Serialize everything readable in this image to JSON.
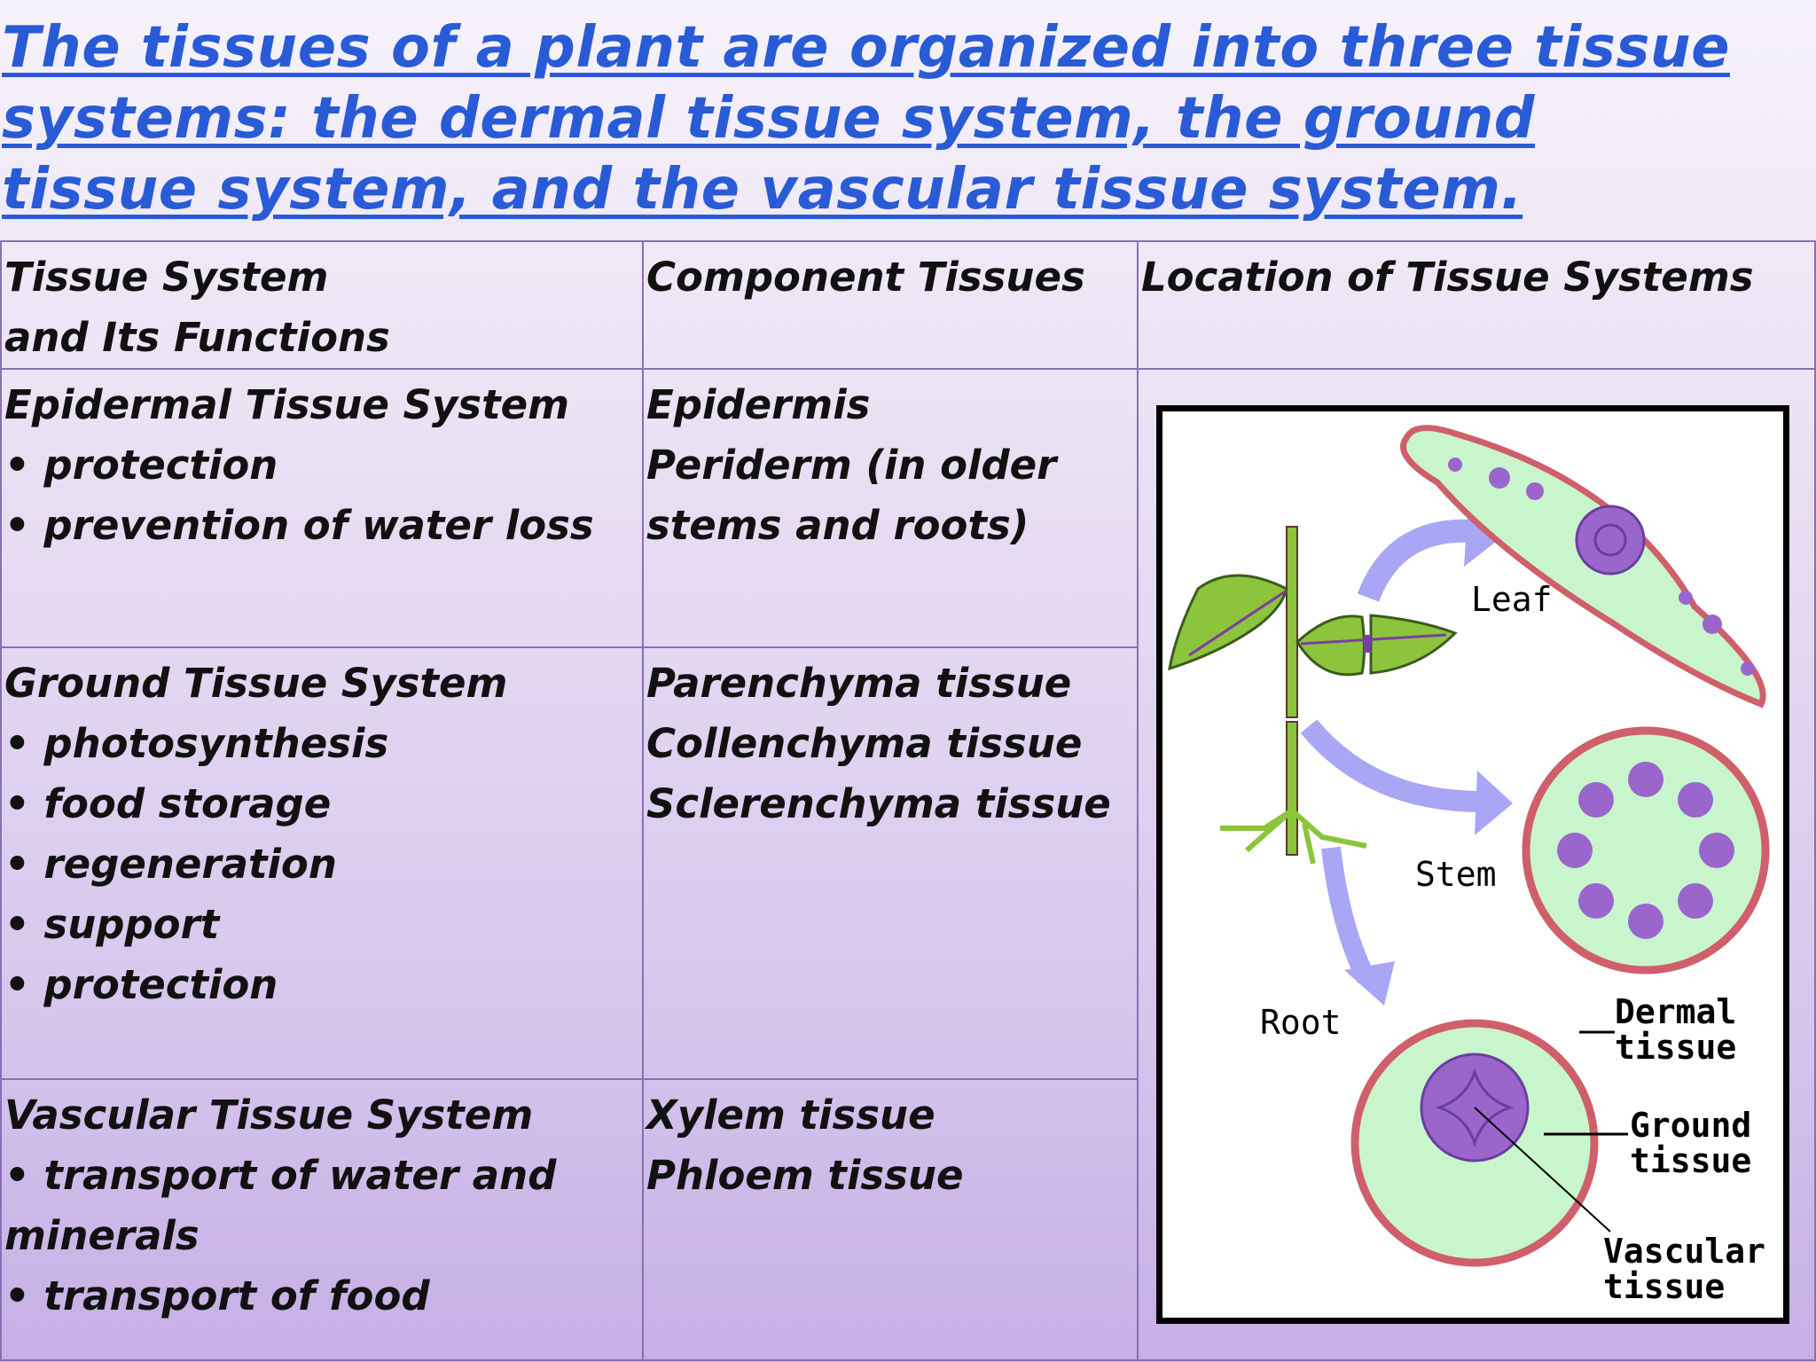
{
  "title_lines": [
    "The tissues of a plant are organized into three tissue",
    "systems: the dermal tissue system, the ground",
    "tissue system, and the vascular tissue system."
  ],
  "table": {
    "headers": {
      "col1_line1": "Tissue System",
      "col1_line2": "and Its Functions",
      "col2": "Component Tissues",
      "col3": "Location of Tissue Systems"
    },
    "rows": [
      {
        "system": [
          "Epidermal Tissue System",
          "• protection",
          "• prevention of water loss"
        ],
        "components": [
          "Epidermis",
          "Periderm (in older",
          "stems and roots)"
        ]
      },
      {
        "system": [
          "Ground Tissue System",
          "• photosynthesis",
          "• food storage",
          "• regeneration",
          "• support",
          "• protection"
        ],
        "components": [
          "Parenchyma tissue",
          "Collenchyma tissue",
          "Sclerenchyma tissue"
        ]
      },
      {
        "system": [
          "Vascular Tissue System",
          "• transport of water and",
          "minerals",
          "• transport of food"
        ],
        "components": [
          "Xylem tissue",
          "Phloem tissue"
        ]
      }
    ]
  },
  "figure": {
    "labels": {
      "leaf": "Leaf",
      "stem": "Stem",
      "root": "Root",
      "dermal_1": "Dermal",
      "dermal_2": "tissue",
      "ground_1": "Ground",
      "ground_2": "tissue",
      "vascular_1": "Vascular",
      "vascular_2": "tissue"
    },
    "colors": {
      "dermal": "#cf5f6a",
      "ground": "#c9f5cd",
      "vascular": "#9a66cc",
      "arrow": "#a9a6f5",
      "plant_green": "#8cc43c"
    }
  }
}
